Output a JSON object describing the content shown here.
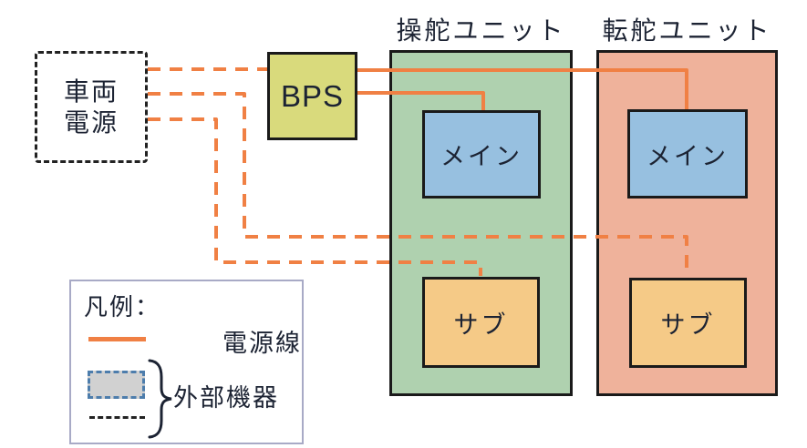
{
  "diagram": {
    "vehicle_power": {
      "label": "車両電源",
      "label_lines": [
        "車両",
        "電源"
      ]
    },
    "bps": {
      "label": "BPS"
    },
    "units": [
      {
        "id": "steering",
        "title": "操舵ユニット",
        "main_label": "メイン",
        "sub_label": "サブ"
      },
      {
        "id": "turning",
        "title": "転舵ユニット",
        "main_label": "メイン",
        "sub_label": "サブ"
      }
    ],
    "legend": {
      "title": "凡例：",
      "power_line_label": "電源線",
      "external_device_label": "外部機器"
    },
    "colors": {
      "power_line": "#f08044",
      "bps_fill": "#d9da7c",
      "steering_unit_fill": "#afd1af",
      "turning_unit_fill": "#efb29b",
      "main_fill": "#97c0e0",
      "sub_fill": "#f5ca87",
      "box_border": "#1a1a1a",
      "external_dashed": "#222222",
      "legend_border": "#a8aac6",
      "legend_swatch_fill": "#d1d1d1",
      "legend_swatch_border": "#4d7dac",
      "text": "#1c2333"
    }
  }
}
